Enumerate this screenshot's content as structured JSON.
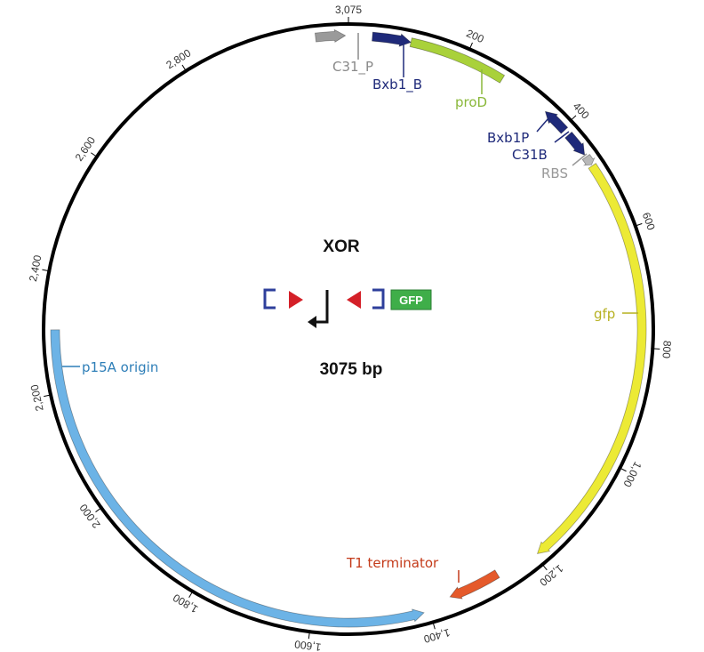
{
  "plasmid": {
    "name": "XOR",
    "length_label": "3075 bp",
    "total_bp": 3075
  },
  "ticks": [
    {
      "bp": 200,
      "label": "200"
    },
    {
      "bp": 400,
      "label": "400"
    },
    {
      "bp": 600,
      "label": "600"
    },
    {
      "bp": 800,
      "label": "800"
    },
    {
      "bp": 1000,
      "label": "1,000"
    },
    {
      "bp": 1200,
      "label": "1,200"
    },
    {
      "bp": 1400,
      "label": "1,400"
    },
    {
      "bp": 1600,
      "label": "1,600"
    },
    {
      "bp": 1800,
      "label": "1,800"
    },
    {
      "bp": 2000,
      "label": "2,000"
    },
    {
      "bp": 2200,
      "label": "2,200"
    },
    {
      "bp": 2400,
      "label": "2,400"
    },
    {
      "bp": 2600,
      "label": "2,600"
    },
    {
      "bp": 2800,
      "label": "2,800"
    },
    {
      "bp": 3075,
      "label": "3,075"
    }
  ],
  "features": [
    {
      "name": "C31_P",
      "start": 3020,
      "end": 3070,
      "direction": "cw",
      "color": "#9a9a9a",
      "label_color": "#8a8a8a"
    },
    {
      "name": "Bxb1_B",
      "start": 40,
      "end": 105,
      "direction": "cw",
      "color": "#1f2a7a",
      "label_color": "#1f2a7a"
    },
    {
      "name": "proD",
      "start": 105,
      "end": 270,
      "direction": "none",
      "color": "#a9d13a",
      "label_color": "#8ab83a"
    },
    {
      "name": "Bxb1P",
      "start": 360,
      "end": 405,
      "direction": "ccw",
      "color": "#1f2a7a",
      "label_color": "#1f2a7a"
    },
    {
      "name": "C31B",
      "start": 415,
      "end": 458,
      "direction": "cw",
      "color": "#1f2a7a",
      "label_color": "#1f2a7a"
    },
    {
      "name": "RBS",
      "start": 462,
      "end": 478,
      "direction": "cw",
      "color": "#b8b8b8",
      "label_color": "#999999"
    },
    {
      "name": "gfp",
      "start": 480,
      "end": 1195,
      "direction": "cw",
      "color": "#ecea35",
      "label_color": "#b6b01f"
    },
    {
      "name": "T1 terminator",
      "start": 1270,
      "end": 1360,
      "direction": "cw",
      "color": "#e55a2b",
      "label_color": "#c43b1a"
    },
    {
      "name": "p15A origin",
      "start": 1410,
      "end": 2305,
      "direction": "ccw",
      "color": "#6cb3e6",
      "label_color": "#2f7fb8"
    }
  ],
  "center_glyphs": {
    "gfp_label": "GFP",
    "gfp_color": "#3fae49",
    "site_color": "#2e3f9b",
    "arrow_color": "#d42028",
    "promoter_color": "#111111"
  }
}
